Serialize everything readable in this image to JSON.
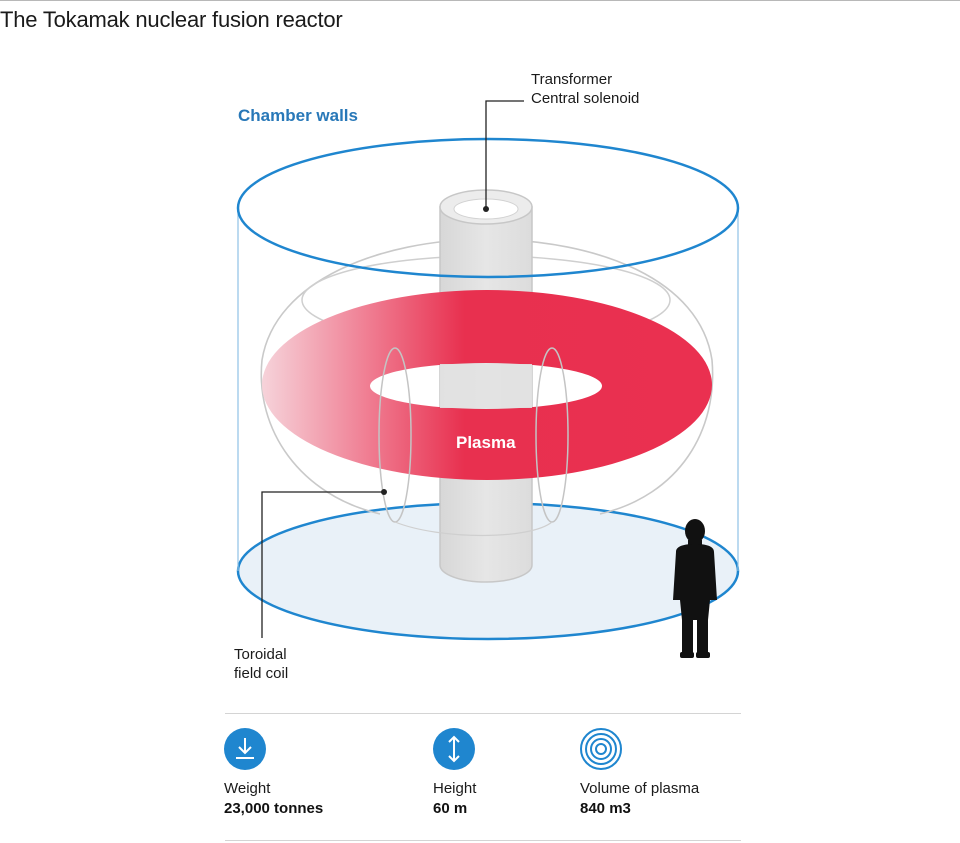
{
  "title": "The Tokamak nuclear fusion reactor",
  "labels": {
    "chamber_walls": "Chamber walls",
    "transformer_line1": "Transformer",
    "transformer_line2": "Central solenoid",
    "toroidal_line1": "Toroidal",
    "toroidal_line2": "field coil",
    "plasma": "Plasma"
  },
  "stats": [
    {
      "icon": "weight-icon",
      "label": "Weight",
      "value": "23,000 tonnes"
    },
    {
      "icon": "height-icon",
      "label": "Height",
      "value": "60 m"
    },
    {
      "icon": "volume-icon",
      "label": "Volume of plasma",
      "value": "840 m3"
    }
  ],
  "colors": {
    "chamber_blue": "#1f86cf",
    "plasma_red": "#e8304f",
    "solenoid_grey": "#e3e3e3",
    "floor_fill": "#e9f1f8"
  }
}
